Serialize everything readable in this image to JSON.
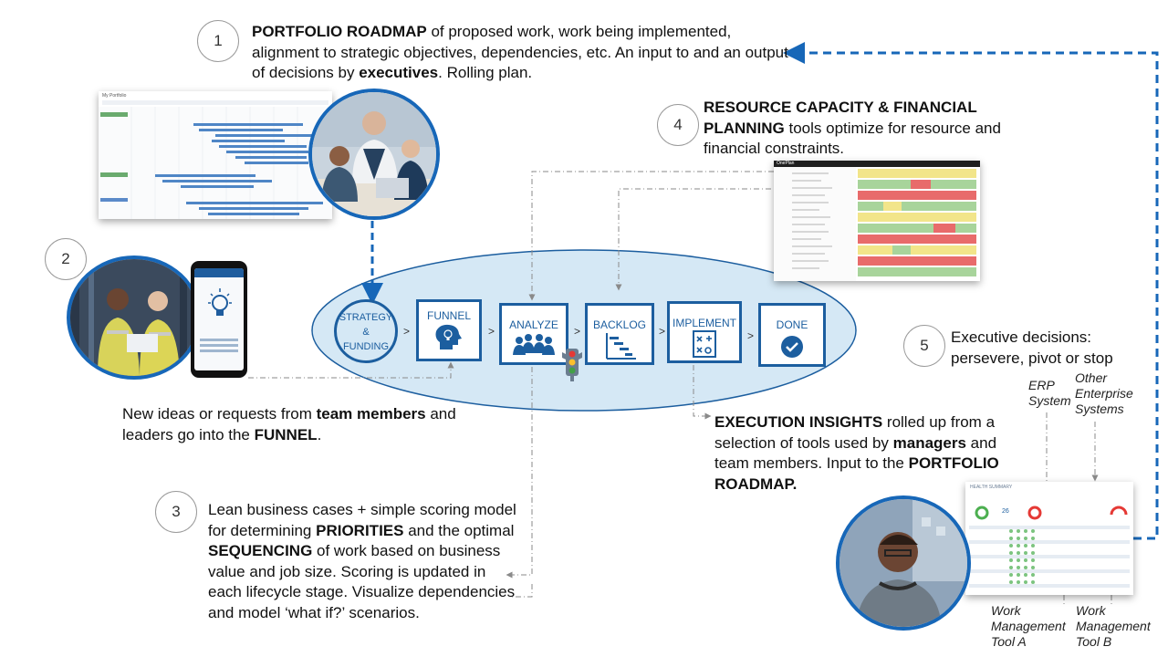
{
  "callout1": {
    "number": "1",
    "b1": "PORTFOLIO ROADMAP",
    "t1": " of proposed work, work being implemented, alignment to strategic objectives, dependencies, etc. An input to and an output of decisions by ",
    "b2": "executives",
    "t2": ". Rolling plan."
  },
  "callout2": {
    "number": "2",
    "t1": "New ideas or requests from ",
    "b1": "team members",
    "t2": " and leaders go into the ",
    "b2": "FUNNEL",
    "t3": "."
  },
  "callout3": {
    "number": "3",
    "t1": "Lean business cases + simple scoring model for determining ",
    "b1": "PRIORITIES",
    "t2": " and the optimal ",
    "b2": "SEQUENCING",
    "t3": " of work based on business value and job size. Scoring is updated in each lifecycle stage. Visualize dependencies and model ‘what if?’ scenarios."
  },
  "callout4": {
    "number": "4",
    "b1": "RESOURCE CAPACITY & FINANCIAL PLANNING",
    "t1": " tools optimize for resource and financial constraints."
  },
  "callout5": {
    "number": "5",
    "text": "Executive decisions: persevere, pivot or stop"
  },
  "insights": {
    "b1": "EXECUTION INSIGHTS",
    "t1": " rolled up from a selection of tools used by ",
    "b2": "managers",
    "t2": " and team members. Input to the ",
    "b3": "PORTFOLIO ROADMAP."
  },
  "stages": {
    "strategy_line1": "STRATEGY",
    "strategy_line2": "&",
    "strategy_line3": "FUNDING",
    "funnel": "FUNNEL",
    "analyze": "ANALYZE",
    "backlog": "BACKLOG",
    "implement": "IMPLEMENT",
    "done": "DONE",
    "separator": ">"
  },
  "systems": {
    "erp": "ERP System",
    "other": "Other Enterprise Systems",
    "tool_a": "Work Management Tool A",
    "tool_b": "Work Management Tool B"
  },
  "screens": {
    "roadmap_title": "My Portfolio",
    "capacity_brand": "OnePlan",
    "health_title": "HEALTH SUMMARY",
    "health_value": "26"
  },
  "colors": {
    "accent_blue": "#1c5e9f",
    "ellipse_fill": "#d5e8f5",
    "dashed_arrow": "#1767b8"
  }
}
